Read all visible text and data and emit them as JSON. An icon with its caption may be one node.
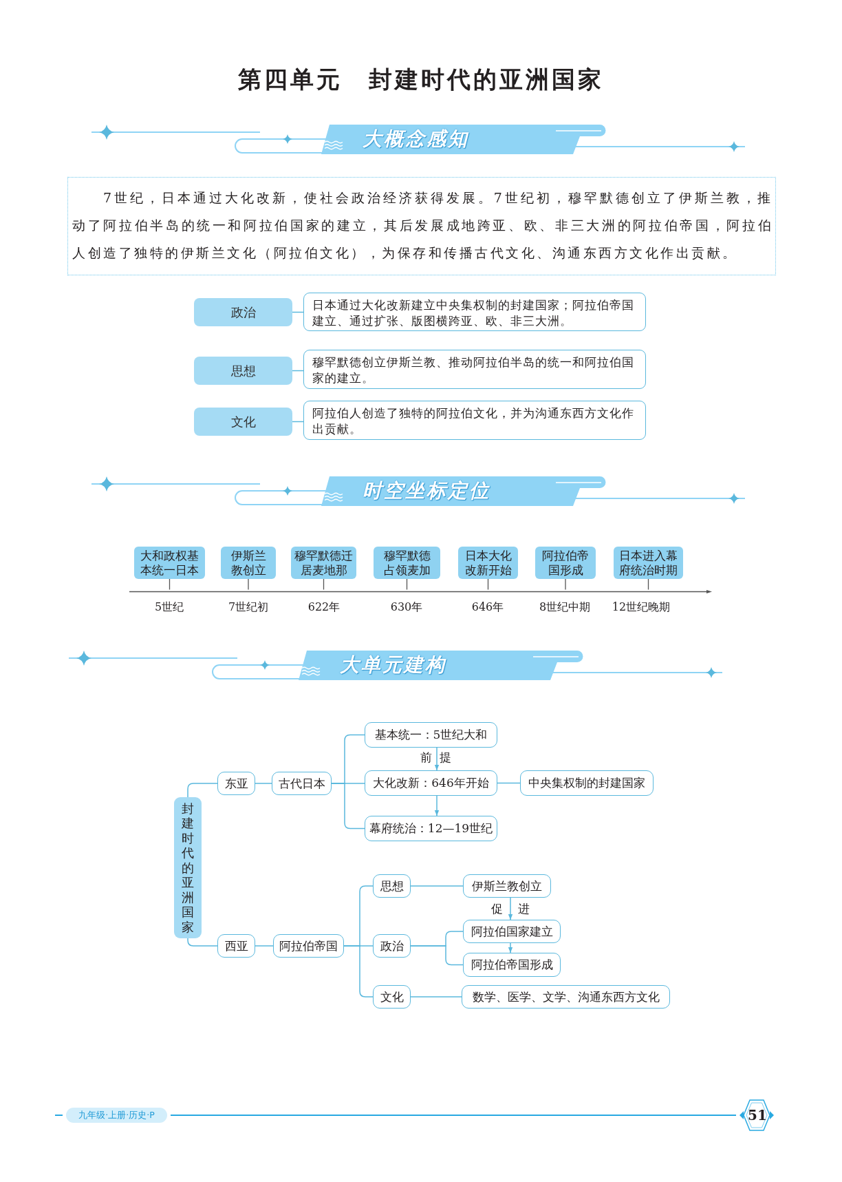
{
  "diagram": {
    "title": "第四单元　封建时代的亚洲国家",
    "nodes": [
      {
        "text": [
          "大概念感知"
        ]
      },
      {
        "text": [
          "7世纪，日本通过大化改新，使社会政治经济获得发展。7世纪初，穆罕默德创立了伊斯兰教，推动了阿拉伯半岛的统一和阿拉伯国家的建立，其后发展成地跨亚、欧、非三大洲的阿拉伯帝国，阿拉伯人创造了独特的伊斯兰文化（阿拉伯文化），为保存和传播古代文化、沟通东西方文化作出贡献。"
        ]
      },
      {
        "text": [
          "政治"
        ]
      },
      {
        "text": [
          "日本通过大化改新建立中央集权制的封建国家；阿拉伯帝国建立、通过扩张、版图横跨亚、欧、非三大洲。"
        ]
      },
      {
        "text": [
          "思想"
        ]
      },
      {
        "text": [
          "穆罕默德创立伊斯兰教、推动阿拉伯半岛的统一和阿拉伯国家的建立。"
        ]
      },
      {
        "text": [
          "文化"
        ]
      },
      {
        "text": [
          "阿拉伯人创造了独特的阿拉伯文化，并为沟通东西方文化作出贡献。"
        ]
      },
      {
        "text": [
          "时空坐标定位"
        ]
      },
      {
        "text": [
          "大和政权基本统一日本"
        ]
      },
      {
        "text": [
          "伊斯兰教创立"
        ]
      },
      {
        "text": [
          "穆罕默德迁居麦地那"
        ]
      },
      {
        "text": [
          "穆罕默德占领麦加"
        ]
      },
      {
        "text": [
          "日本大化改新开始"
        ]
      },
      {
        "text": [
          "阿拉伯帝国形成"
        ]
      },
      {
        "text": [
          "日本进入幕府统治时期"
        ]
      },
      {
        "text": [],
        "shape": "arrow"
      },
      {
        "text": [
          "大单元建构"
        ]
      },
      {
        "text": [
          "封建时代的亚洲国家"
        ]
      },
      {
        "text": [
          "东亚"
        ]
      },
      {
        "text": [
          "古代日本"
        ]
      },
      {
        "text": [
          "基本统一：5世纪大和"
        ]
      },
      {
        "text": [
          "大化改新：646年开始"
        ]
      },
      {
        "text": [
          "幕府统治：12—19世纪"
        ]
      },
      {
        "text": [
          "中央集权制的封建国家"
        ]
      },
      {
        "text": [
          "西亚"
        ]
      },
      {
        "text": [
          "阿拉伯帝国"
        ]
      },
      {
        "text": [
          "思想"
        ]
      },
      {
        "text": [
          "伊斯兰教创立"
        ]
      },
      {
        "text": [
          "政治"
        ]
      },
      {
        "text": [
          "阿拉伯国家建立"
        ]
      },
      {
        "text": [
          "阿拉伯帝国形成"
        ]
      },
      {
        "text": [
          "文化"
        ]
      },
      {
        "text": [
          "数学、医学、文学、沟通东西方文化"
        ]
      },
      {
        "text": [
          "九年级·上册·历史·P"
        ]
      },
      {
        "text": [
          "51"
        ]
      }
    ],
    "edges": [
      {
        "from": 2,
        "to": 3,
        "arrow": "none"
      },
      {
        "from": 4,
        "to": 5,
        "arrow": "none"
      },
      {
        "from": 6,
        "to": 7,
        "arrow": "none"
      },
      {
        "from": 9,
        "to": 16,
        "arrow": "none",
        "color": "#555555"
      },
      {
        "from": 10,
        "to": 16,
        "arrow": "none",
        "color": "#555555"
      },
      {
        "from": 11,
        "to": 16,
        "arrow": "none",
        "color": "#555555"
      },
      {
        "from": 12,
        "to": 16,
        "arrow": "none",
        "color": "#555555"
      },
      {
        "from": 13,
        "to": 16,
        "arrow": "none",
        "color": "#555555"
      },
      {
        "from": 14,
        "to": 16,
        "arrow": "none",
        "color": "#555555"
      },
      {
        "from": 15,
        "to": 16,
        "arrow": "none",
        "color": "#555555"
      },
      {
        "from": 18,
        "to": 19,
        "arrow": "none"
      },
      {
        "from": 18,
        "to": 25,
        "arrow": "none"
      },
      {
        "from": 19,
        "to": 20,
        "arrow": "none"
      },
      {
        "from": 20,
        "to": 21,
        "arrow": "none"
      },
      {
        "from": 20,
        "to": 22,
        "arrow": "none"
      },
      {
        "from": 20,
        "to": 23,
        "arrow": "none"
      },
      {
        "from": 21,
        "to": 22,
        "arrow": "to",
        "label": "前提"
      },
      {
        "from": 22,
        "to": 23,
        "arrow": "to"
      },
      {
        "from": 22,
        "to": 24,
        "arrow": "none"
      },
      {
        "from": 25,
        "to": 26,
        "arrow": "none"
      },
      {
        "from": 26,
        "to": 27,
        "arrow": "none"
      },
      {
        "from": 26,
        "to": 29,
        "arrow": "none"
      },
      {
        "from": 26,
        "to": 32,
        "arrow": "none"
      },
      {
        "from": 27,
        "to": 28,
        "arrow": "none"
      },
      {
        "from": 28,
        "to": 30,
        "arrow": "to",
        "label": "促进"
      },
      {
        "from": 29,
        "to": 30,
        "arrow": "none"
      },
      {
        "from": 29,
        "to": 31,
        "arrow": "none"
      },
      {
        "from": 30,
        "to": 31,
        "arrow": "to"
      },
      {
        "from": 32,
        "to": 33,
        "arrow": "none"
      }
    ],
    "labels": [
      "5世纪",
      "7世纪初",
      "622年",
      "630年",
      "646年",
      "8世纪中期",
      "12世纪晚期"
    ]
  }
}
